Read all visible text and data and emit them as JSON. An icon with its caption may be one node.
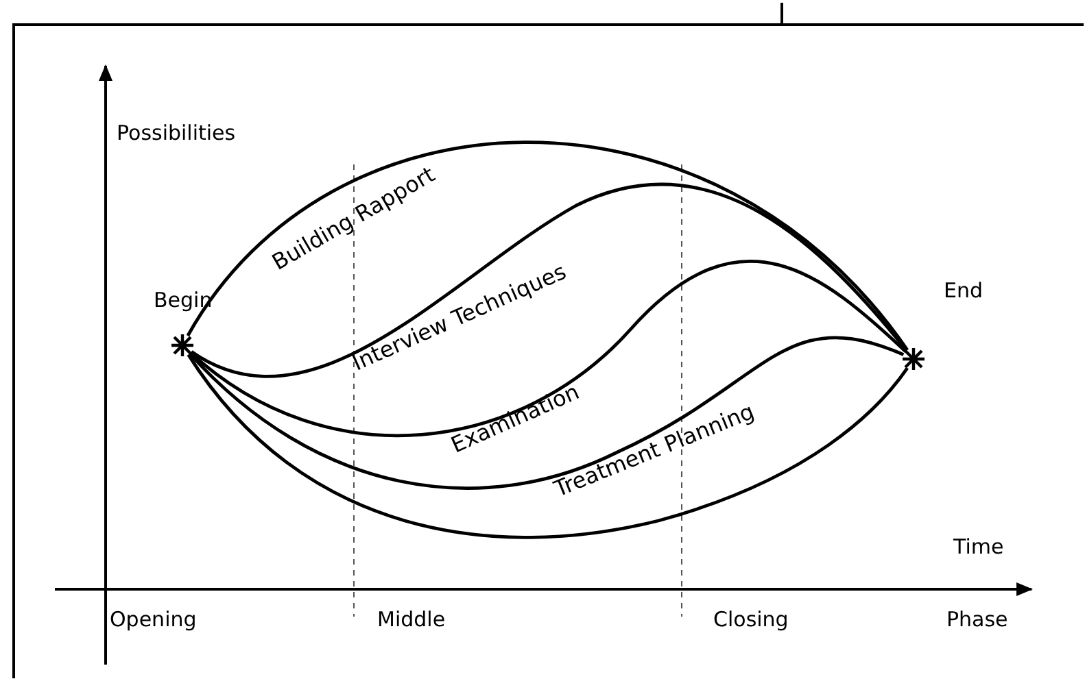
{
  "diagram": {
    "nodes": [
      {
        "text": [],
        "shape": "star",
        "beside": [
          "Begin"
        ]
      },
      {
        "text": [],
        "shape": "star",
        "beside": [
          "End"
        ]
      }
    ],
    "edges": [
      {
        "from": 0,
        "to": 1,
        "arrow": "none"
      },
      {
        "from": 0,
        "to": 1,
        "arrow": "none"
      },
      {
        "from": 0,
        "to": 1,
        "arrow": "none"
      },
      {
        "from": 0,
        "to": 1,
        "arrow": "none"
      },
      {
        "from": 0,
        "to": 1,
        "arrow": "none"
      }
    ],
    "labels": [
      "Possibilities",
      "Building Rapport",
      "Interview Techniques",
      "Examination",
      "Treatment Planning",
      "Time",
      "Opening",
      "Middle",
      "Closing",
      "Phase"
    ]
  }
}
